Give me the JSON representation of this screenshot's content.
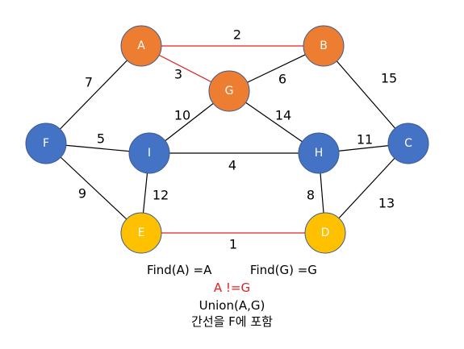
{
  "colors": {
    "orange": "#ED7D31",
    "blue": "#4472C4",
    "yellow": "#FFC000",
    "node_border": "#3B5A8F",
    "edge": "#000000",
    "selected_edge": "#E02020",
    "highlight_text": "#E02020"
  },
  "nodes": [
    {
      "id": "A",
      "label": "A",
      "color": "orange"
    },
    {
      "id": "B",
      "label": "B",
      "color": "orange"
    },
    {
      "id": "G",
      "label": "G",
      "color": "orange"
    },
    {
      "id": "F",
      "label": "F",
      "color": "blue"
    },
    {
      "id": "I",
      "label": "I",
      "color": "blue"
    },
    {
      "id": "H",
      "label": "H",
      "color": "blue"
    },
    {
      "id": "C",
      "label": "C",
      "color": "blue"
    },
    {
      "id": "E",
      "label": "E",
      "color": "yellow"
    },
    {
      "id": "D",
      "label": "D",
      "color": "yellow"
    }
  ],
  "edges": [
    {
      "from": "A",
      "to": "B",
      "weight": "2",
      "selected": true
    },
    {
      "from": "A",
      "to": "G",
      "weight": "3",
      "selected": true
    },
    {
      "from": "A",
      "to": "F",
      "weight": "7",
      "selected": false
    },
    {
      "from": "B",
      "to": "G",
      "weight": "6",
      "selected": false
    },
    {
      "from": "B",
      "to": "C",
      "weight": "15",
      "selected": false
    },
    {
      "from": "G",
      "to": "I",
      "weight": "10",
      "selected": false
    },
    {
      "from": "G",
      "to": "H",
      "weight": "14",
      "selected": false
    },
    {
      "from": "F",
      "to": "I",
      "weight": "5",
      "selected": false
    },
    {
      "from": "F",
      "to": "E",
      "weight": "9",
      "selected": false
    },
    {
      "from": "I",
      "to": "H",
      "weight": "4",
      "selected": false
    },
    {
      "from": "I",
      "to": "E",
      "weight": "12",
      "selected": false
    },
    {
      "from": "H",
      "to": "C",
      "weight": "11",
      "selected": false
    },
    {
      "from": "H",
      "to": "D",
      "weight": "8",
      "selected": false
    },
    {
      "from": "C",
      "to": "D",
      "weight": "13",
      "selected": false
    },
    {
      "from": "E",
      "to": "D",
      "weight": "1",
      "selected": true
    }
  ],
  "caption": {
    "find_a": "Find(A)  =A",
    "find_g": "Find(G)  =G",
    "not_equal": "A !=G",
    "union": "Union(A,G)",
    "include": "간선을 F에 포함"
  }
}
